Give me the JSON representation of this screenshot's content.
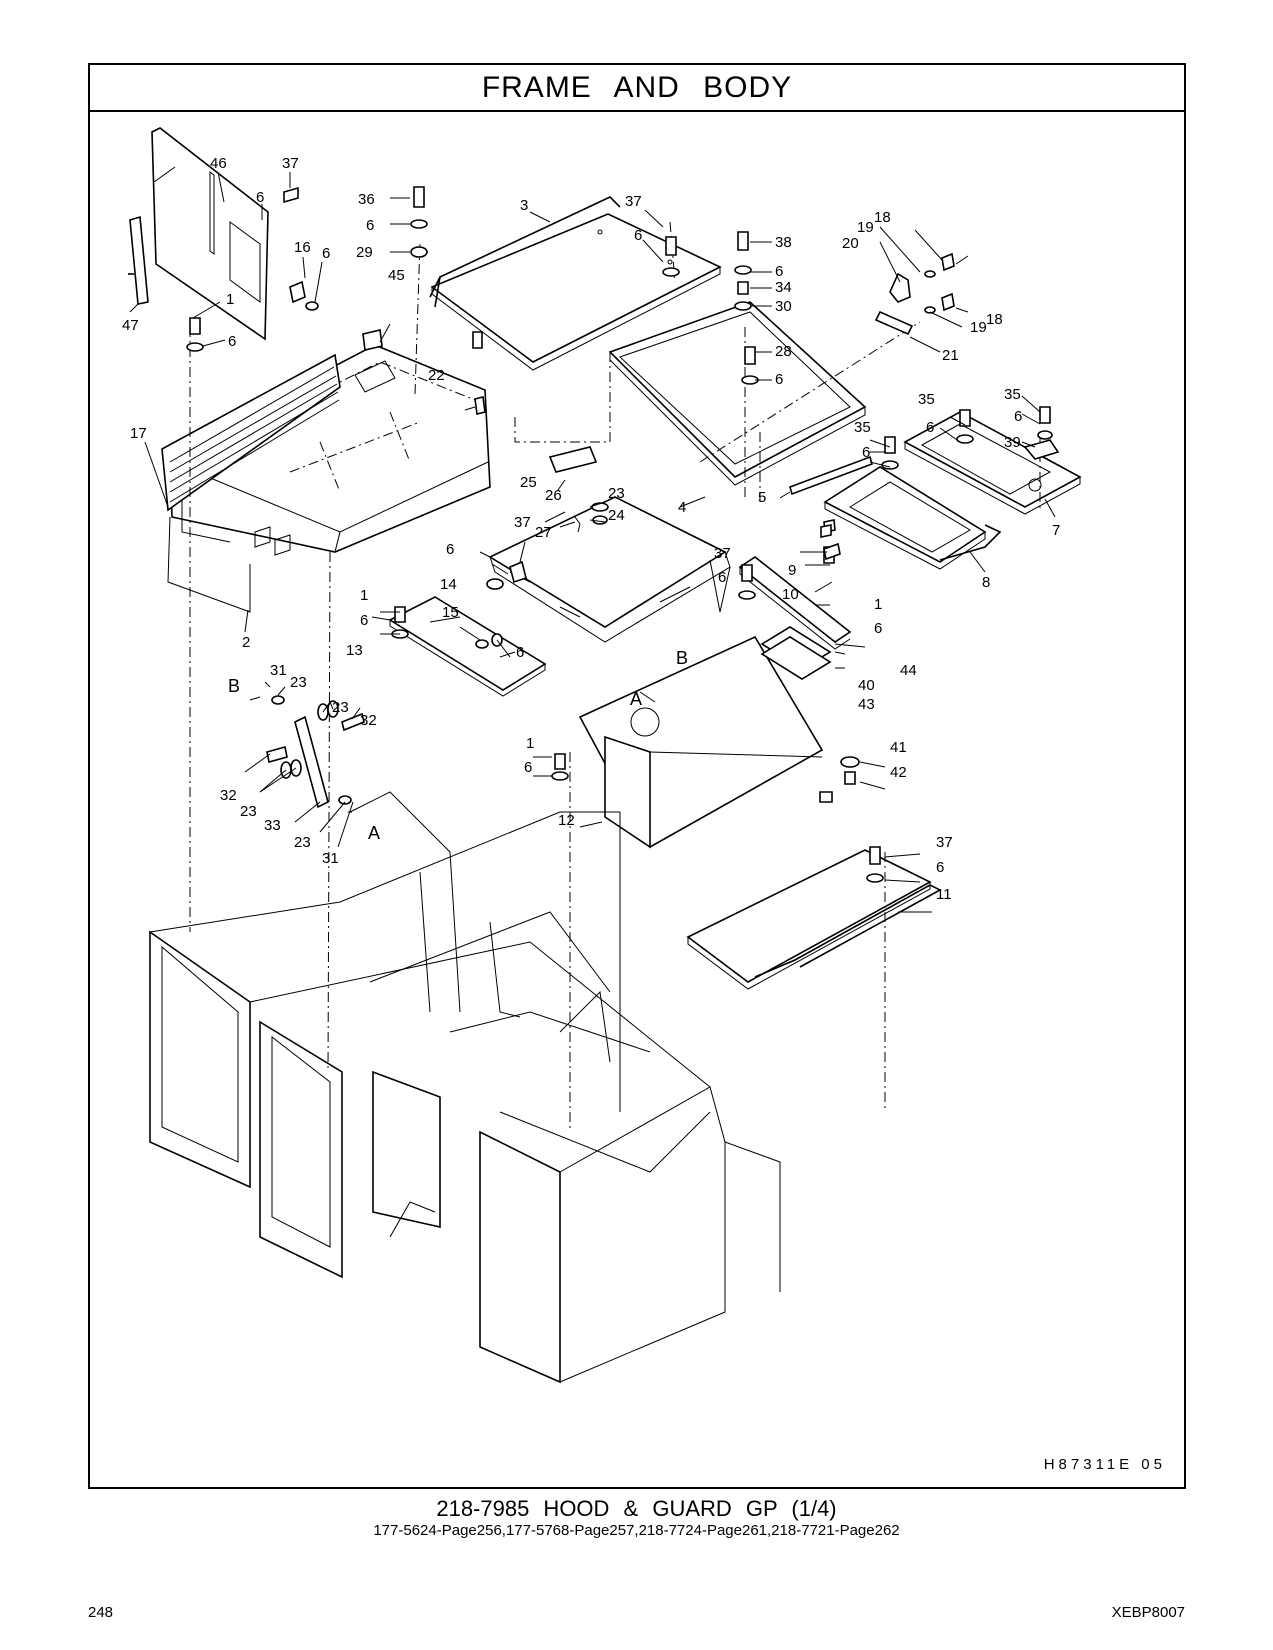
{
  "section_title": "FRAME AND BODY",
  "drawing_code": "H87311E   05",
  "caption": {
    "group": "218-7985  HOOD & GUARD GP (1/4)",
    "references": "177-5624-Page256,177-5768-Page257,218-7724-Page261,218-7721-Page262"
  },
  "footer": {
    "page_number": "248",
    "document_id": "XEBP8007"
  },
  "callouts": {
    "c1a": "1",
    "c1b": "1",
    "c1c": "1",
    "c1d": "1",
    "c2": "2",
    "c3": "3",
    "c4": "4",
    "c5": "5",
    "c6a": "6",
    "c6b": "6",
    "c6c": "6",
    "c6d": "6",
    "c6e": "6",
    "c6f": "6",
    "c6g": "6",
    "c6h": "6",
    "c6i": "6",
    "c6j": "6",
    "c6k": "6",
    "c6l": "6",
    "c6m": "6",
    "c6n": "6",
    "c6o": "6",
    "c6p": "6",
    "c7": "7",
    "c8": "8",
    "c9": "9",
    "c10": "10",
    "c11": "11",
    "c12": "12",
    "c13": "13",
    "c14": "14",
    "c15": "15",
    "c16": "16",
    "c17": "17",
    "c18a": "18",
    "c18b": "18",
    "c19a": "19",
    "c19b": "19",
    "c20": "20",
    "c21": "21",
    "c22": "22",
    "c23a": "23",
    "c23b": "23",
    "c23c": "23",
    "c23d": "23",
    "c23e": "23",
    "c24": "24",
    "c25": "25",
    "c26": "26",
    "c27": "27",
    "c28": "28",
    "c29": "29",
    "c30": "30",
    "c31a": "31",
    "c31b": "31",
    "c32a": "32",
    "c32b": "32",
    "c33": "33",
    "c34": "34",
    "c35a": "35",
    "c35b": "35",
    "c35c": "35",
    "c36": "36",
    "c37a": "37",
    "c37b": "37",
    "c37c": "37",
    "c37d": "37",
    "c37e": "37",
    "c38": "38",
    "c39": "39",
    "c40": "40",
    "c41": "41",
    "c42": "42",
    "c43": "43",
    "c44": "44",
    "c45": "45",
    "c46": "46",
    "c47": "47",
    "refA1": "A",
    "refA2": "A",
    "refB1": "B",
    "refB2": "B"
  }
}
